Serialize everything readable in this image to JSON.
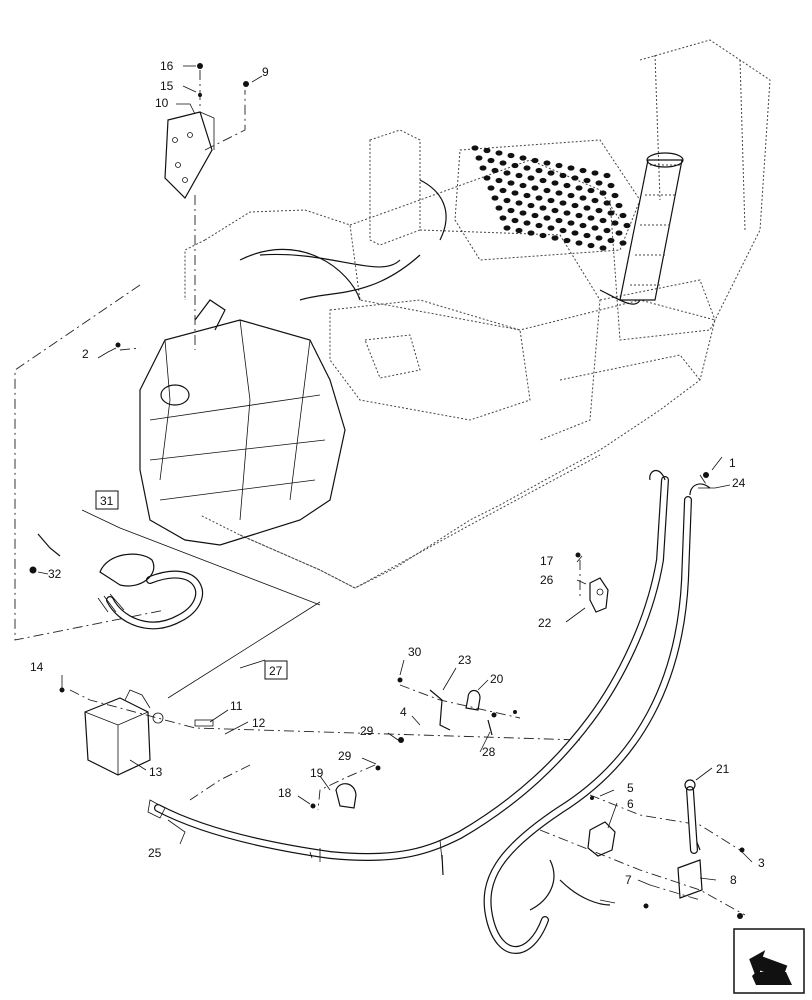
{
  "callouts": {
    "c1": "1",
    "c2": "2",
    "c3": "3",
    "c4": "4",
    "c5": "5",
    "c6": "6",
    "c7": "7",
    "c8": "8",
    "c9": "9",
    "c10": "10",
    "c11": "11",
    "c12": "12",
    "c13": "13",
    "c14": "14",
    "c15": "15",
    "c16": "16",
    "c17": "17",
    "c18": "18",
    "c19": "19",
    "c20": "20",
    "c21": "21",
    "c22": "22",
    "c23": "23",
    "c24": "24",
    "c25": "25",
    "c26": "26",
    "c28": "28",
    "c29a": "29",
    "c29b": "29",
    "c30": "30",
    "c32": "32"
  },
  "boxed_callouts": {
    "b27": "27",
    "b31": "31"
  },
  "icons": {
    "nav": "arrow-navigation-icon"
  }
}
